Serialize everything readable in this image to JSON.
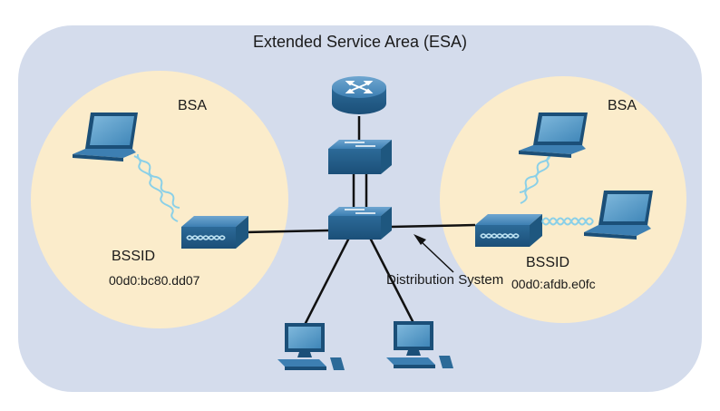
{
  "esa": {
    "title": "Extended Service Area (ESA)"
  },
  "left_bsa": {
    "label": "BSA",
    "bssid_label": "BSSID",
    "mac": "00d0:bc80.dd07"
  },
  "right_bsa": {
    "label": "BSA",
    "bssid_label": "BSSID",
    "mac": "00d0:afdb.e0fc"
  },
  "distribution_system": {
    "label": "Distribution System"
  },
  "colors": {
    "esa_background": "#d4dcec",
    "bsa_background": "#fbeccb",
    "device_blue": "#2f6f9f",
    "wireless_wave": "#8ad0e8",
    "link_line": "#111111"
  },
  "icons": [
    "router-icon",
    "switch-icon",
    "access-point-icon",
    "laptop-icon",
    "desktop-pc-icon"
  ]
}
